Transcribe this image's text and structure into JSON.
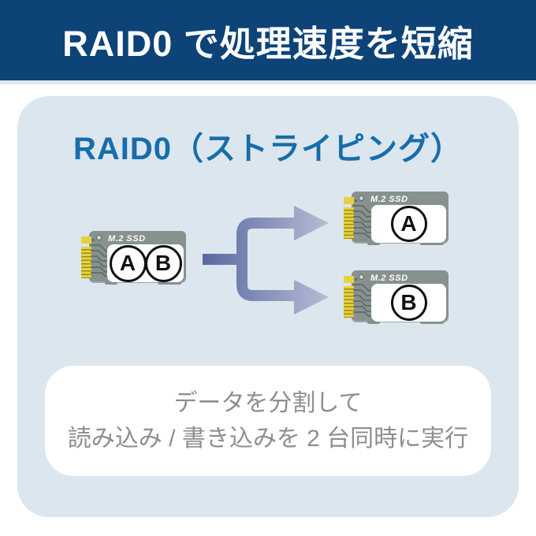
{
  "header": {
    "title": "RAID0 で処理速度を短縮",
    "bg_color": "#0d4377",
    "text_color": "#ffffff"
  },
  "panel": {
    "bg_color": "#dce6ee"
  },
  "diagram": {
    "title": "RAID0（ストライピング）",
    "title_color": "#176da9",
    "source_ssd": {
      "label": "M.2 SSD",
      "letters": [
        "A",
        "B"
      ]
    },
    "target_ssd_top": {
      "label": "M.2 SSD",
      "letters": [
        "A"
      ]
    },
    "target_ssd_bottom": {
      "label": "M.2 SSD",
      "letters": [
        "B"
      ]
    },
    "arrow": {
      "color_start": "#57689f",
      "color_end": "#b9bfd7"
    },
    "ssd_body_color": "#87918e",
    "ssd_pin_color": "#e8d23c"
  },
  "caption": {
    "line1": "データを分割して",
    "line2": "読み込み / 書き込みを 2 台同時に実行",
    "text_color": "#8e8e8e"
  }
}
